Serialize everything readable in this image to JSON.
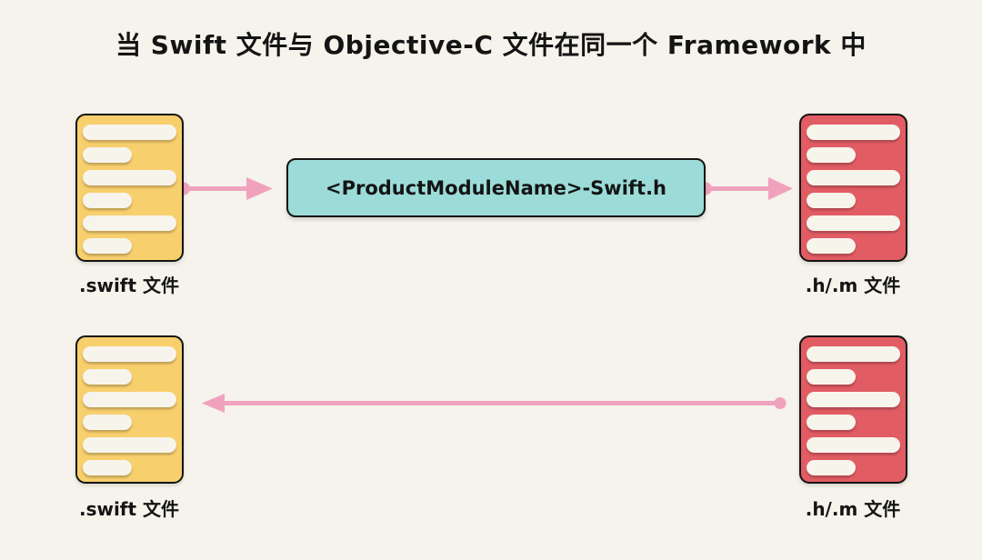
{
  "title": "当 Swift 文件与 Objective-C 文件在同一个 Framework 中",
  "colors": {
    "background": "#f5f3eb",
    "ink": "#141414",
    "swift_card": "#f8cf6d",
    "objc_card": "#e25c64",
    "bridge_box": "#9bdcd8",
    "arrow_pink": "#f0a2bd",
    "code_line": "#f7f4ec"
  },
  "bridge_header": {
    "label": "<ProductModuleName>-Swift.h"
  },
  "cards": {
    "swift_top": {
      "label": ".swift 文件"
    },
    "objc_top": {
      "label": ".h/.m 文件"
    },
    "swift_bottom": {
      "label": ".swift 文件"
    },
    "objc_bottom": {
      "label": ".h/.m 文件"
    }
  },
  "arrows": [
    {
      "name": "swift-to-bridge",
      "from": "swift_top",
      "to": "bridge_header",
      "direction": "right"
    },
    {
      "name": "bridge-to-objc",
      "from": "bridge_header",
      "to": "objc_top",
      "direction": "right"
    },
    {
      "name": "objc-to-swift",
      "from": "objc_bottom",
      "to": "swift_bottom",
      "direction": "left"
    }
  ]
}
